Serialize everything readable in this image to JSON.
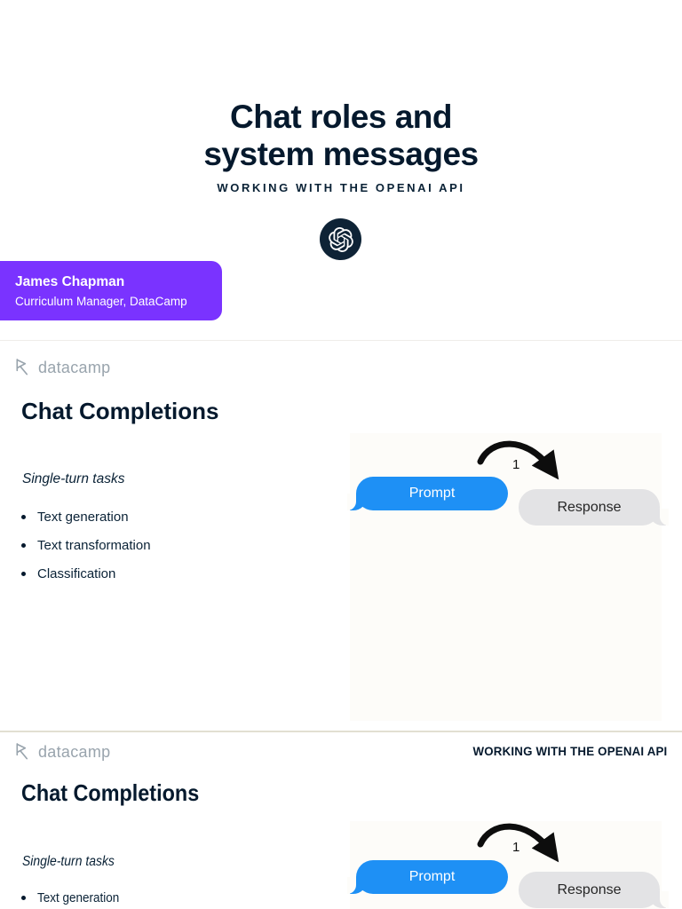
{
  "brand": {
    "logo_text": "datacamp",
    "navy": "#05192d",
    "purple": "#7a33ff",
    "logo_gray": "#99a4ad"
  },
  "title_slide": {
    "title": "Chat roles and\nsystem messages",
    "subtitle": "WORKING WITH THE OPENAI API",
    "logo_icon": "openai-logo",
    "author_name": "James Chapman",
    "author_role": "Curriculum Manager, DataCamp"
  },
  "slide2": {
    "logo_text": "datacamp",
    "heading": "Chat Completions",
    "subheading": "Single-turn tasks",
    "bullets": [
      "Text generation",
      "Text transformation",
      "Classification"
    ],
    "diagram": {
      "prompt_label": "Prompt",
      "response_label": "Response",
      "step_label": "1",
      "prompt_color": "#1e90f5",
      "response_color": "#e3e3e5",
      "arrow_color": "#0d0d0d"
    }
  },
  "slide3": {
    "logo_text": "datacamp",
    "header_right": "WORKING WITH THE OPENAI API",
    "heading": "Chat Completions",
    "subheading": "Single-turn tasks",
    "bullets": [
      "Text generation"
    ],
    "diagram": {
      "prompt_label": "Prompt",
      "response_label": "Response",
      "step_label": "1"
    }
  }
}
